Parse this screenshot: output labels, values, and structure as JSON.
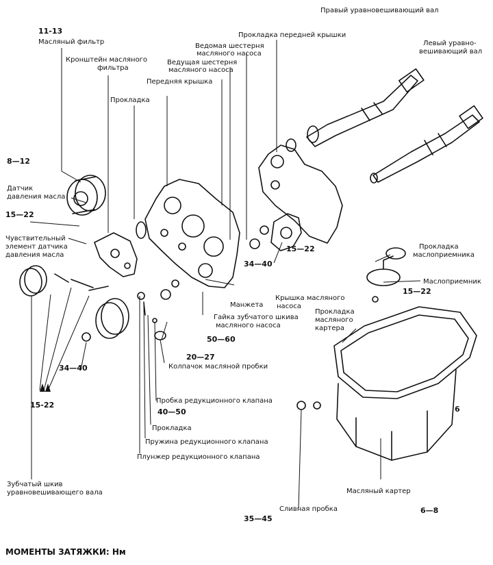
{
  "labels": {
    "right_balance_shaft": "Правый уравновешивающий вал",
    "left_balance_shaft_1": "Левый уравно-",
    "left_balance_shaft_2": "вешивающий вал",
    "front_cover_gasket": "Прокладка передней крышки",
    "driven_gear_1": "Ведомая шестерня",
    "driven_gear_2": "масляного насоса",
    "drive_gear_1": "Ведущая шестерня",
    "drive_gear_2": "масляного насоса",
    "front_cover": "Передняя крышка",
    "filter_bracket_1": "Кронштейн масляного",
    "filter_bracket_2": "фильтра",
    "oil_filter": "Масляный фильтр",
    "gasket_upper": "Прокладка",
    "pressure_sensor_1": "Датчик",
    "pressure_sensor_2": "давления масла",
    "sensing_element_1": "Чувствительный",
    "sensing_element_2": "элемент датчика",
    "sensing_element_3": "давления масла",
    "seal": "Манжета",
    "sprocket_nut_1": "Гайка зубчатого шкива",
    "sprocket_nut_2": "масляного насоса",
    "pump_cover_1": "Крышка масляного",
    "pump_cover_2": "насоса",
    "strainer_gasket_1": "Прокладка",
    "strainer_gasket_2": "маслоприемника",
    "oil_strainer": "Маслоприемник",
    "pan_gasket_1": "Прокладка",
    "pan_gasket_2": "масляного",
    "pan_gasket_3": "картера",
    "plug_cap": "Колпачок масляной пробки",
    "relief_valve_plug": "Пробка редукционного клапана",
    "gasket_lower": "Прокладка",
    "relief_valve_spring": "Пружина редукционного клапана",
    "relief_valve_plunger": "Плунжер редукционного клапана",
    "balance_sprocket_1": "Зубчатый шкив",
    "balance_sprocket_2": "уравновешивающего вала",
    "oil_pan": "Масляный картер",
    "drain_plug": "Сливная пробка"
  },
  "torques": {
    "t_11_13": "11-13",
    "t_8_12": "8—12",
    "t_15_22_left": "15—22",
    "t_34_40_pump": "34—40",
    "t_15_22_cover": "15—22",
    "t_15_22_strainer": "15—22",
    "t_50_60": "50—60",
    "t_20_27": "20—27",
    "t_34_40_sprocket": "34—40",
    "t_15_22_bolts": "15-22",
    "t_40_50": "40—50",
    "t_6": "6",
    "t_6_8": "6—8",
    "t_35_45": "35—45"
  },
  "footer": {
    "title": "МОМЕНТЫ ЗАТЯЖКИ: Нм"
  }
}
